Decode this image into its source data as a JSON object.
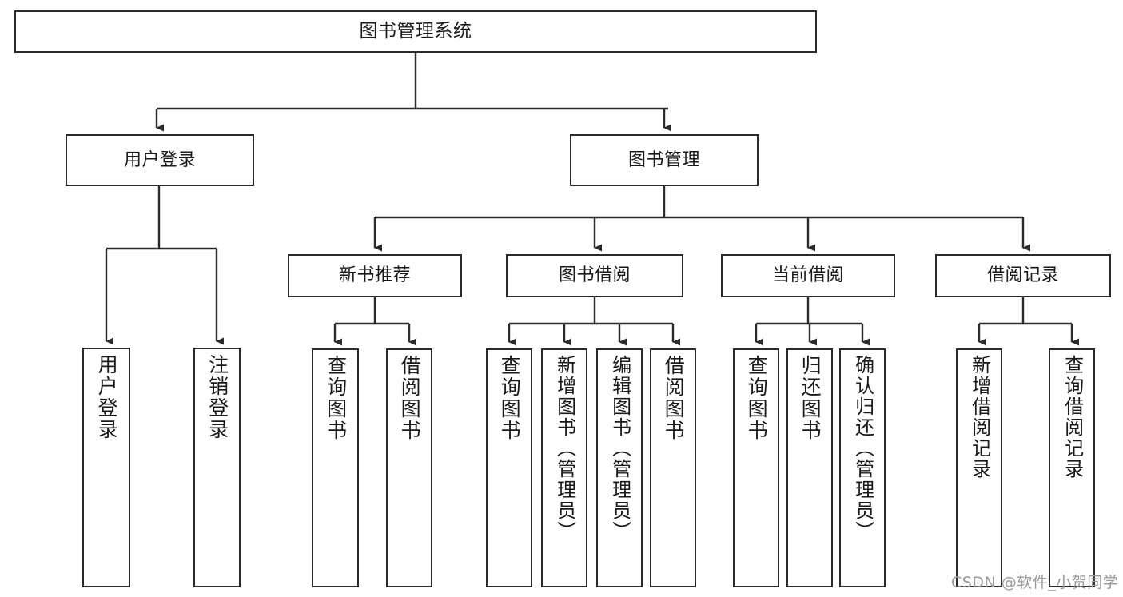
{
  "diagram": {
    "title": "图书管理系统",
    "type": "tree-hierarchy-chart",
    "root": {
      "label": "图书管理系统"
    },
    "level1": [
      {
        "label": "用户登录"
      },
      {
        "label": "图书管理"
      }
    ],
    "level2": [
      {
        "label": "新书推荐"
      },
      {
        "label": "图书借阅"
      },
      {
        "label": "当前借阅"
      },
      {
        "label": "借阅记录"
      }
    ],
    "leaves": {
      "user_login": [
        {
          "label": "用户登录"
        },
        {
          "label": "注销登录"
        }
      ],
      "new_book_recommend": [
        {
          "label": "查询图书"
        },
        {
          "label": "借阅图书"
        }
      ],
      "book_borrow": [
        {
          "label": "查询图书"
        },
        {
          "label": "新增图书（管理员）"
        },
        {
          "label": "编辑图书（管理员）"
        },
        {
          "label": "借阅图书"
        }
      ],
      "current_borrow": [
        {
          "label": "查询图书"
        },
        {
          "label": "归还图书"
        },
        {
          "label": "确认归还（管理员）"
        }
      ],
      "borrow_record": [
        {
          "label": "新增借阅记录"
        },
        {
          "label": "查询借阅记录"
        }
      ]
    }
  },
  "watermark": {
    "text": "CSDN @软件_小贺同学"
  },
  "colors": {
    "stroke": "#2b2b2b",
    "fill": "#ffffff",
    "text": "#1a1a1a",
    "watermark": "#9a9a9a"
  }
}
